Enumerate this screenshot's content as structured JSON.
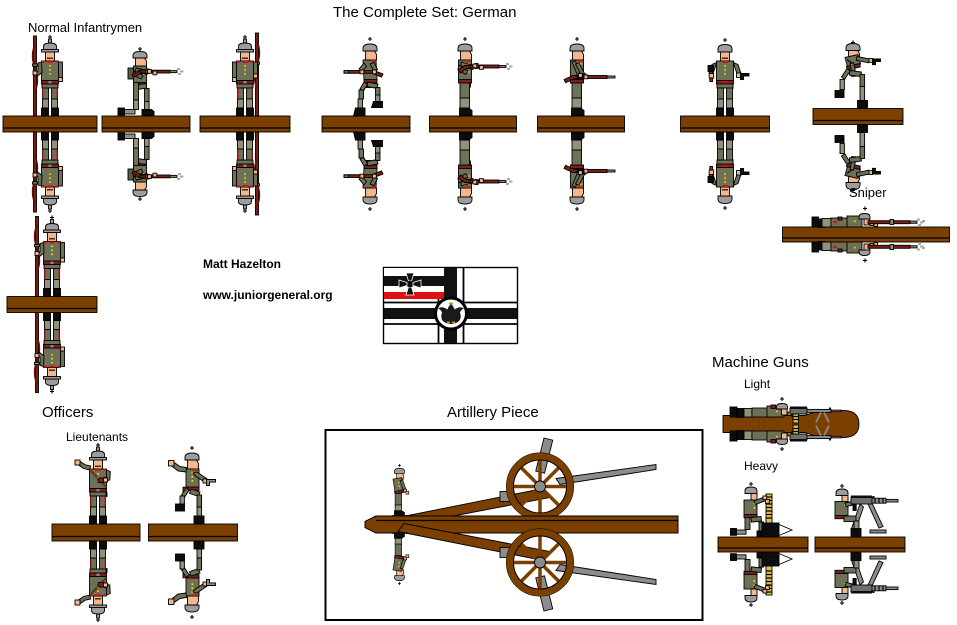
{
  "title": "The Complete Set: German",
  "credits": {
    "author": "Matt Hazelton",
    "website": "www.juniorgeneral.org"
  },
  "sections": {
    "infantry": "Normal Infantrymen",
    "sniper": "Sniper",
    "officers": "Officers",
    "lieutenants": "Lieutenants",
    "artillery": "Artillery Piece",
    "machine_guns": "Machine Guns",
    "mg_light": "Light",
    "mg_heavy": "Heavy"
  },
  "figures": {
    "normal_infantrymen": [
      "marching with slung rifle",
      "kneeling firing rifle",
      "standing at attention with rifle",
      "running with rifle",
      "standing firing rifle",
      "advancing with rifle at hip",
      "standing with stick grenade and pistol",
      "crouching charging with pistol",
      "standing with rifle at side"
    ],
    "sniper": "prone sniper firing rifle",
    "officers": [
      "lieutenant waving with map case",
      "lieutenant charging with pistol"
    ],
    "machine_guns": {
      "light": "prone gunner with bipod light machine gun",
      "heavy": [
        "kneeling ammunition feeder with belt and box",
        "seated gunner with heavy machine gun on mount"
      ]
    },
    "artillery": "field gun with wheel, barrel, trail and crewman"
  },
  "flag": {
    "name": "german-imperial-war-flag",
    "description": "White field, black cross, center eagle disc, black-white-red canton with iron cross"
  },
  "colors": {
    "background": "#ffffff",
    "text": "#000000",
    "uniform": "#6d7157",
    "skin": "#f3b78d",
    "helmet": "#9d9d9d",
    "base_wood": "#7b3f00",
    "rifle": "#7a1d12",
    "belt": "#7a2020",
    "metal": "#8c8c8c",
    "ammo_belt": "#e2bf4e",
    "flag_red": "#dd1111"
  }
}
